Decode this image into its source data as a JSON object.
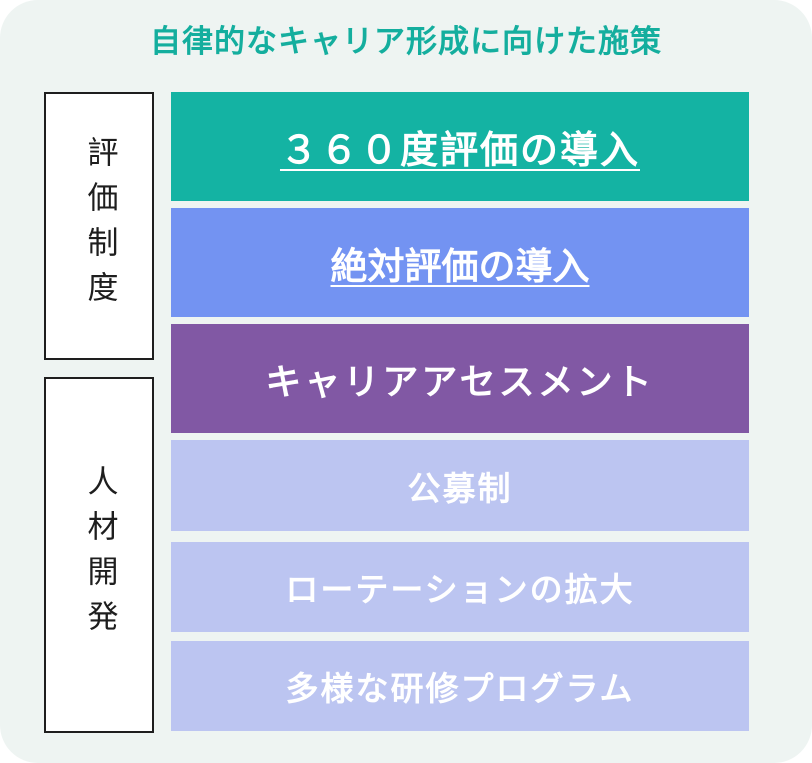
{
  "title": "自律的なキャリア形成に向けた施策",
  "groups": [
    {
      "label": "評価制度"
    },
    {
      "label": "人材開発"
    }
  ],
  "measures": [
    {
      "label": "３６０度評価の導入",
      "color": "#14b3a3",
      "underlined": true
    },
    {
      "label": "絶対評価の導入",
      "color": "#7393f2",
      "underlined": true
    },
    {
      "label": "キャリアアセスメント",
      "color": "#8158a4",
      "underlined": false
    },
    {
      "label": "公募制",
      "color": "#bcc5f1",
      "underlined": false
    },
    {
      "label": "ローテーションの拡大",
      "color": "#bcc5f1",
      "underlined": false
    },
    {
      "label": "多様な研修プログラム",
      "color": "#bcc5f1",
      "underlined": false
    }
  ],
  "colors": {
    "title": "#14ae9e",
    "background": "#eef4f2",
    "border": "#1e1e1e"
  }
}
